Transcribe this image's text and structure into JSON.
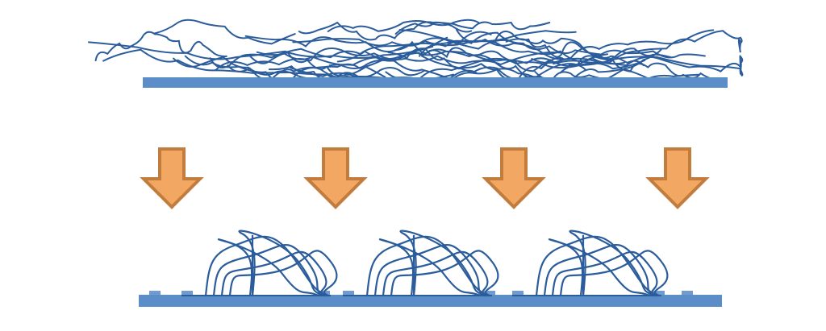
{
  "colors": {
    "substrate": "#5b8ec9",
    "substrate_dash": "#6f9bd0",
    "fiber": "#2b5c9c",
    "arrow_fill": "#f2a862",
    "arrow_stroke": "#c27c3e",
    "background": "#ffffff"
  },
  "diagram": {
    "arrow_count": 4,
    "loop_cluster_count": 3,
    "top_fiber_count": 34
  }
}
